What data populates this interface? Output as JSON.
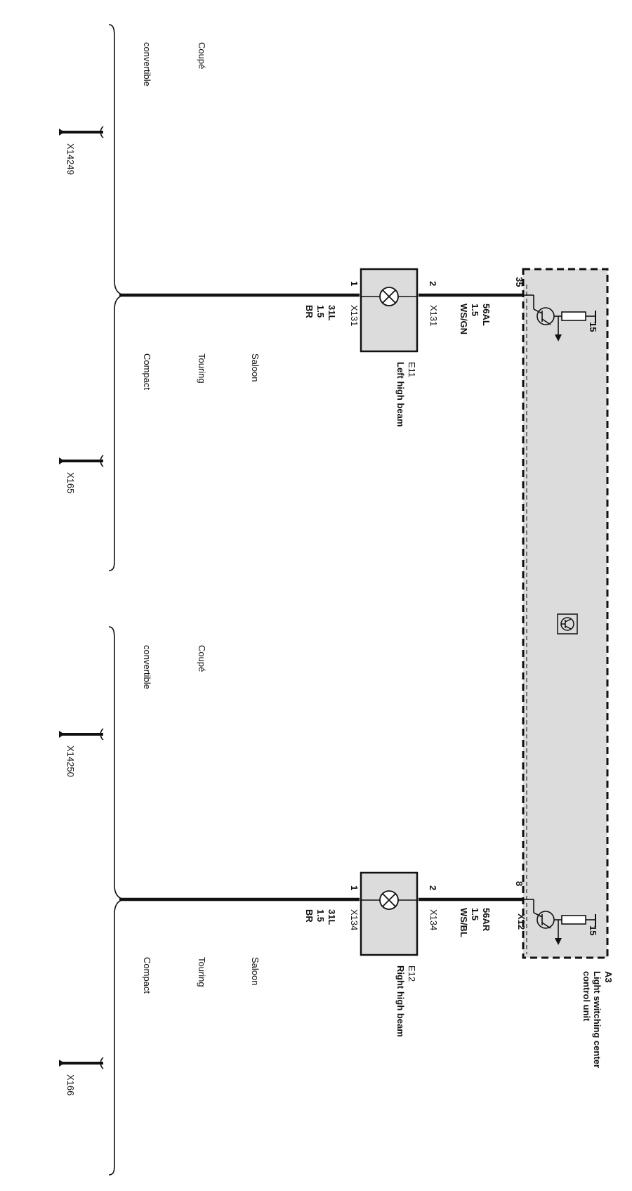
{
  "control_unit": {
    "ref": "A3",
    "name_line1": "Light switching center",
    "name_line2": "control unit",
    "connector": "X12",
    "fill_color": "#dcdcdc"
  },
  "circuits": [
    {
      "pin": "35",
      "supply": "15",
      "hot_wire": {
        "signal": "56AL",
        "gauge": "1.5",
        "color": "WS/GN"
      },
      "ground_wire": {
        "signal": "31L",
        "gauge": "1.5",
        "color": "BR"
      },
      "lamp": {
        "ref": "E11",
        "name": "Left high beam",
        "pin_hot": "2",
        "pin_gnd": "1",
        "connector_hot": "X131",
        "connector_gnd": "X131"
      },
      "variants": {
        "groupA": [
          "convertible",
          "Coupé"
        ],
        "groupB": [
          "Compact",
          "Touring",
          "Saloon"
        ]
      },
      "grounds": [
        "X14249",
        "X165"
      ]
    },
    {
      "pin": "8",
      "supply": "15",
      "hot_wire": {
        "signal": "56AR",
        "gauge": "1.5",
        "color": "WS/BL"
      },
      "ground_wire": {
        "signal": "31L",
        "gauge": "1.5",
        "color": "BR"
      },
      "lamp": {
        "ref": "E12",
        "name": "Right high beam",
        "pin_hot": "2",
        "pin_gnd": "1",
        "connector_hot": "X134",
        "connector_gnd": "X134"
      },
      "variants": {
        "groupA": [
          "convertible",
          "Coupé"
        ],
        "groupB": [
          "Compact",
          "Touring",
          "Saloon"
        ]
      },
      "grounds": [
        "X14250",
        "X166"
      ]
    }
  ]
}
